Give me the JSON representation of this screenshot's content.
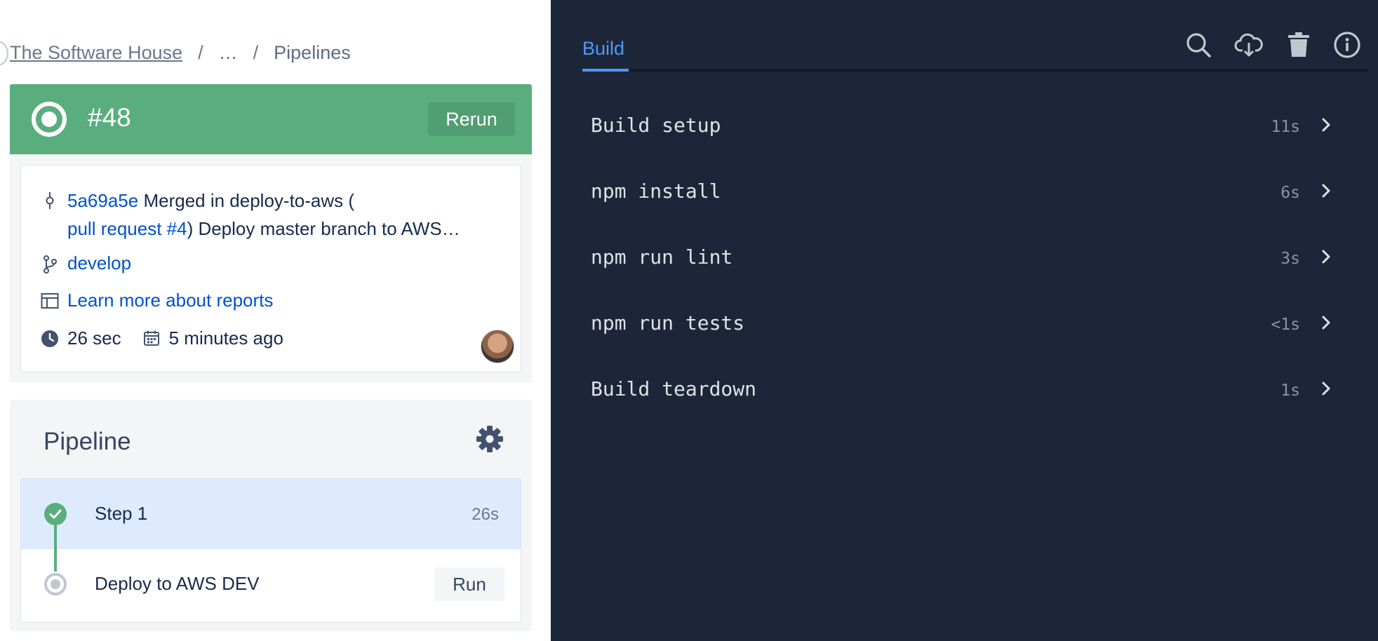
{
  "breadcrumb": {
    "workspace": "The Software House",
    "ellipsis": "…",
    "separator": "/",
    "current": "Pipelines"
  },
  "build": {
    "number": "#48",
    "status_color": "#5aae7e",
    "rerun_label": "Rerun"
  },
  "details": {
    "commit_hash": "5a69a5e",
    "commit_text_1": " Merged in deploy-to-aws (",
    "pull_request": "pull request #4",
    "commit_text_2": ") Deploy master branch to AWS…",
    "branch": "develop",
    "reports_link": "Learn more about reports",
    "duration": "26 sec",
    "time_ago": "5 minutes ago"
  },
  "pipeline": {
    "title": "Pipeline",
    "steps": [
      {
        "label": "Step 1",
        "time": "26s",
        "status": "success"
      },
      {
        "label": "Deploy to AWS DEV",
        "action": "Run",
        "status": "pending"
      }
    ]
  },
  "log_panel": {
    "tab_label": "Build",
    "tools": [
      "search-icon",
      "download-cloud-icon",
      "trash-icon",
      "info-icon"
    ],
    "rows": [
      {
        "label": "Build setup",
        "time": "11s"
      },
      {
        "label": "npm install",
        "time": "6s"
      },
      {
        "label": "npm run lint",
        "time": "3s"
      },
      {
        "label": "npm run tests",
        "time": "<1s"
      },
      {
        "label": "Build teardown",
        "time": "1s"
      }
    ]
  }
}
